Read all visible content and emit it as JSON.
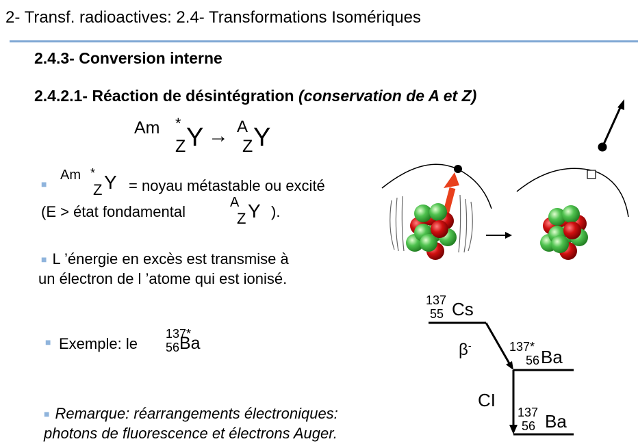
{
  "header": {
    "title": "2- Transf. radioactives: 2.4- Transformations  Isomériques"
  },
  "section": {
    "heading": "2.4.3- Conversion interne",
    "subheading": "2.4.2.1- Réaction de désintégration",
    "subheading_note": "(conservation de A et Z)"
  },
  "equation": {
    "lhs_prefix": "Am",
    "lhs_sup": "*",
    "lhs_sub": "Z",
    "lhs_symbol": "Y",
    "arrow": "→",
    "rhs_sup": "A",
    "rhs_sub": "Z",
    "rhs_symbol": "Y"
  },
  "bullets": {
    "b1_prefix": "Am",
    "b1_sup": "*",
    "b1_sub": "Z",
    "b1_symbol": "Y",
    "b1_text": "= noyau métastable ou excité",
    "b1_line2_start": "(E > état fondamental",
    "b1_line2_sup": "A",
    "b1_line2_sub": "Z",
    "b1_line2_symbol": "Y",
    "b1_line2_end": ").",
    "b2_line1": "L ’énergie en excès est transmise à",
    "b2_line2": "un électron de l ’atome qui est ionisé.",
    "b3_text": "Exemple: le",
    "b3_sup": "137*",
    "b3_sub": "56",
    "b3_symbol": "Ba",
    "b4_line1": "Remarque: réarrangements électroniques:",
    "b4_line2": "photons de fluorescence et électrons Auger."
  },
  "decay_scheme": {
    "parent": {
      "sup": "137",
      "sub": "55",
      "symbol": "Cs"
    },
    "excited": {
      "sup": "137*",
      "sub": "56",
      "symbol": "Ba"
    },
    "ground": {
      "sup": "137",
      "sub": "56",
      "symbol": "Ba"
    },
    "beta_label": "β",
    "beta_sup": "-",
    "ci_label": "CI"
  },
  "colors": {
    "rule": "#7fa7d4",
    "bullet": "#8fb4dc",
    "proton": "#d01010",
    "neutron": "#4fc24f",
    "emission_arrow": "#e8401c"
  }
}
